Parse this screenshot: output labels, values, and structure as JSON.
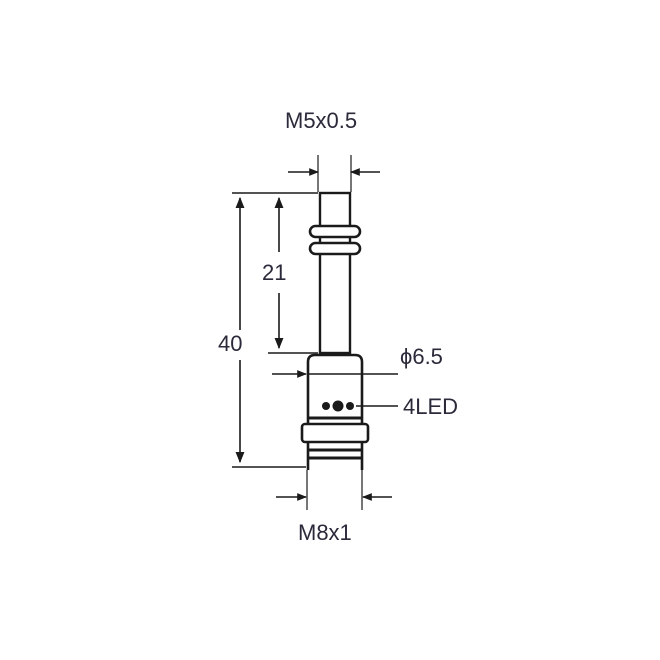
{
  "drawing": {
    "type": "sensor dimension drawing",
    "labels": {
      "thread_top": "M5x0.5",
      "length_total": "40",
      "length_sensing": "21",
      "diameter": "6.5",
      "diameter_symbol": "ϕ",
      "led": "4LED",
      "thread_bottom": "M8x1"
    },
    "colors": {
      "line": "#1a1a1a",
      "text": "#2a2a3a",
      "background": "#ffffff"
    }
  }
}
